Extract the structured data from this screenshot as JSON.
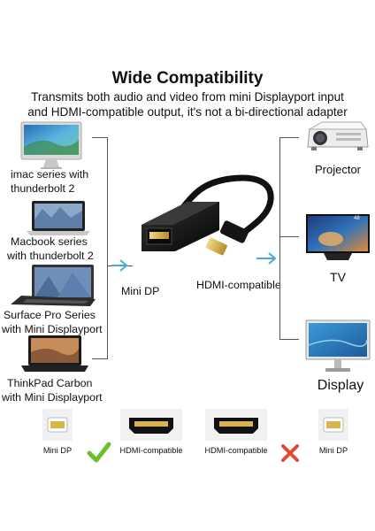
{
  "header": {
    "title": "Wide Compatibility",
    "subtitle_line1": "Transmits both audio and video from mini Displayport input",
    "subtitle_line2": "and HDMI-compatible output, it's not a bi-directional adapter"
  },
  "sources": [
    {
      "line1": "imac series with",
      "line2": "thunderbolt 2",
      "icon": "imac-icon"
    },
    {
      "line1": "Macbook series",
      "line2": "with thunderbolt 2",
      "icon": "macbook-icon"
    },
    {
      "line1": "Surface Pro Series",
      "line2": "with Mini Displayport",
      "icon": "surface-pro-icon"
    },
    {
      "line1": "ThinkPad Carbon",
      "line2": "with Mini Displayport",
      "icon": "thinkpad-icon"
    }
  ],
  "adapter": {
    "input_label": "Mini DP",
    "output_label": "HDMI-compatible"
  },
  "outputs": [
    {
      "label": "Projector",
      "icon": "projector-icon"
    },
    {
      "label": "TV",
      "icon": "tv-icon"
    },
    {
      "label": "Display",
      "icon": "monitor-icon"
    }
  ],
  "tv_screen_text": "48",
  "direction": {
    "supported": {
      "from": "Mini DP",
      "to": "HDMI-compatible",
      "icon": "check-icon"
    },
    "unsupported": {
      "from": "HDMI-compatible",
      "to": "Mini DP",
      "icon": "cross-icon"
    }
  },
  "colors": {
    "check": "#6bbf2a",
    "cross": "#e04a3a",
    "arrow": "#4aa8d8",
    "adapter_body": "#111111",
    "gold_plug": "#d8b24a"
  }
}
